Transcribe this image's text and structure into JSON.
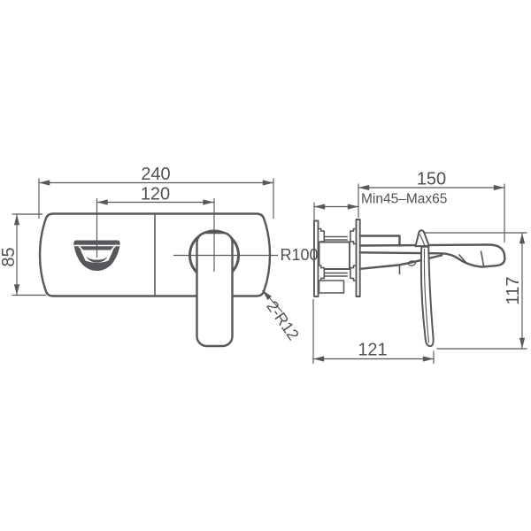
{
  "title": "Wall-mounted basin mixer installation drawing",
  "colors": {
    "line": "#58585c",
    "text": "#515155",
    "background": "#ffffff"
  },
  "front_view": {
    "dims": {
      "plate_width": "240",
      "hole_spacing": "120",
      "plate_height": "85",
      "side_radius": "R100",
      "corner_radius": "2-R12"
    }
  },
  "side_view": {
    "dims": {
      "spout_reach": "150",
      "install_depth_range": "Min45–Max65",
      "body_height": "117",
      "overall_depth": "121"
    }
  }
}
